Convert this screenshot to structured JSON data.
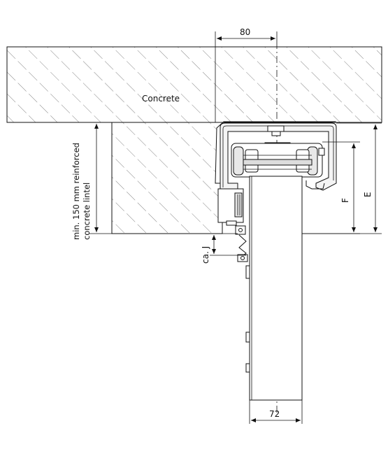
{
  "labels": {
    "material": "Concrete",
    "lintel_line1": "min. 150 mm reinforced",
    "lintel_line2": "concrete lintel",
    "dim_top": "80",
    "dim_bottom": "72",
    "dim_e": "E",
    "dim_f": "F",
    "dim_j": "ca. J"
  },
  "colors": {
    "line": "#111111",
    "hatch": "#555555",
    "background": "#ffffff"
  }
}
